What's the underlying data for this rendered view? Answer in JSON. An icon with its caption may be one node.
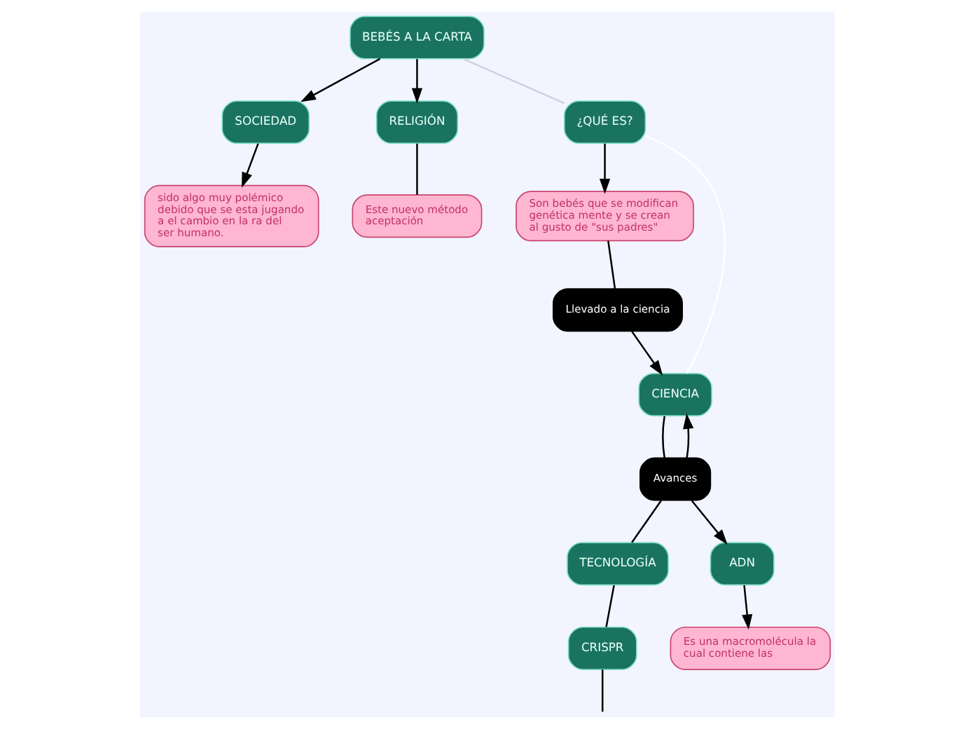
{
  "diagram": {
    "nodes": [
      {
        "text": [
          "BEBÉS A LA CARTA"
        ]
      },
      {
        "text": [
          "SOCIEDAD"
        ]
      },
      {
        "text": [
          "sido algo muy polémico debido que se esta jugando a el cambio en la ra del ser humano."
        ]
      },
      {
        "text": [
          "RELIGIÓN"
        ]
      },
      {
        "text": [
          "Este nuevo método aceptación"
        ]
      },
      {
        "text": [
          "¿QUÉ ES?"
        ]
      },
      {
        "text": [
          "Son bebés que se modifican genética mente y se crean al gusto de \"sus padres\""
        ]
      },
      {
        "text": [
          "Llevado a la ciencia"
        ]
      },
      {
        "text": [
          "CIENCIA"
        ]
      },
      {
        "text": [
          "Avances"
        ]
      },
      {
        "text": [
          "TECNOLOGÍA"
        ]
      },
      {
        "text": [
          "ADN"
        ]
      },
      {
        "text": [
          "CRISPR"
        ]
      },
      {
        "text": [
          "Es una macromolécula la cual contiene las"
        ]
      }
    ],
    "edges": [
      {
        "from": 0,
        "to": 1,
        "arrow": "to"
      },
      {
        "from": 1,
        "to": 2,
        "arrow": "to"
      },
      {
        "from": 0,
        "to": 3,
        "arrow": "to"
      },
      {
        "from": 3,
        "to": 4,
        "arrow": "none"
      },
      {
        "from": 0,
        "to": 5,
        "arrow": "none",
        "color": "#d0d0e0"
      },
      {
        "from": 5,
        "to": 6,
        "arrow": "to"
      },
      {
        "from": 6,
        "to": 7,
        "arrow": "none"
      },
      {
        "from": 7,
        "to": 8,
        "arrow": "to"
      },
      {
        "from": 5,
        "to": 8,
        "arrow": "none",
        "color": "#ffffff"
      },
      {
        "from": 8,
        "to": 9,
        "arrow": "none"
      },
      {
        "from": 9,
        "to": 8,
        "arrow": "to"
      },
      {
        "from": 9,
        "to": 10,
        "arrow": "none"
      },
      {
        "from": 9,
        "to": 11,
        "arrow": "to"
      },
      {
        "from": 11,
        "to": 13,
        "arrow": "to"
      },
      {
        "from": 10,
        "to": 12,
        "arrow": "none"
      },
      {
        "from": 12,
        "to": null,
        "arrow": "none"
      }
    ]
  }
}
